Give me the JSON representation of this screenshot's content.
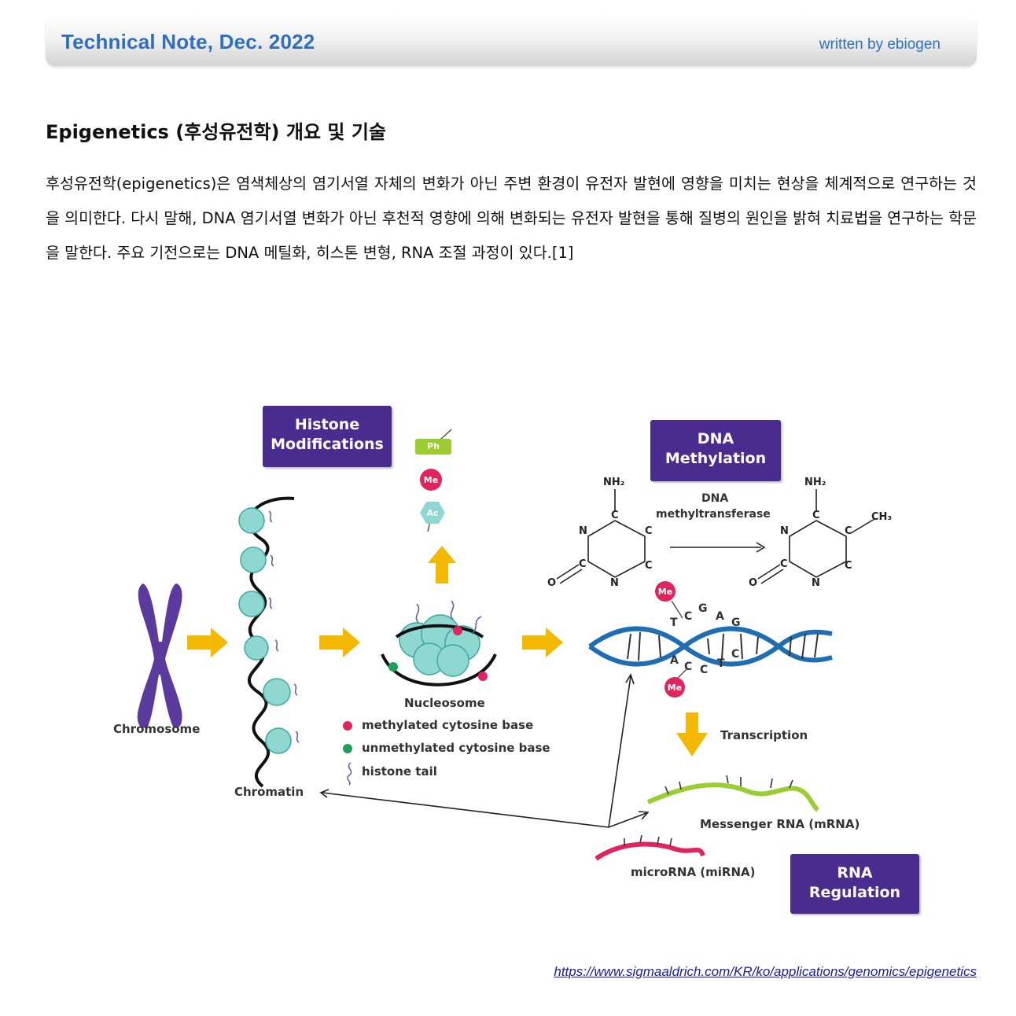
{
  "header": {
    "title": "Technical Note, Dec. 2022",
    "author": "written by ebiogen"
  },
  "article": {
    "title": "Epigenetics (후성유전학) 개요 및 기술",
    "intro": "후성유전학(epigenetics)은 염색체상의 염기서열 자체의 변화가 아닌 주변 환경이 유전자 발현에 영향을 미치는 현상을 체계적으로 연구하는 것을 의미한다. 다시 말해, DNA 염기서열 변화가 아닌 후천적 영향에 의해 변화되는 유전자 발현을 통해 질병의 원인을 밝혀 치료법을 연구하는 학문을 말한다. 주요 기전으로는 DNA 메틸화, 히스톤 변형, RNA 조절 과정이 있다.[1]"
  },
  "figure": {
    "badges": {
      "histone_line1": "Histone",
      "histone_line2": "Modifications",
      "dna_line1": "DNA",
      "dna_line2": "Methylation",
      "rna_line1": "RNA",
      "rna_line2": "Regulation"
    },
    "labels": {
      "chromosome": "Chromosome",
      "chromatin": "Chromatin",
      "nucleosome": "Nucleosome",
      "transcription": "Transcription",
      "mrna": "Messenger RNA (mRNA)",
      "mirna": "microRNA (miRNA)",
      "enzyme_line1": "DNA",
      "enzyme_line2": "methyltransferase"
    },
    "legend": {
      "methylated": "methylated cytosine base",
      "unmethylated": "unmethylated cytosine base",
      "histone_tail": "histone tail"
    },
    "modifications": {
      "ph": "Ph",
      "me": "Me",
      "ac": "Ac"
    },
    "chemistry": {
      "nh2": "NH₂",
      "c": "C",
      "n": "N",
      "o": "O",
      "ch3": "CH₃"
    },
    "bases_top": [
      "T",
      "C",
      "G",
      "A",
      "G"
    ],
    "bases_bottom": [
      "A",
      "C",
      "C",
      "T",
      "C"
    ],
    "colors": {
      "badge": "#4a2c8f",
      "arrow": "#f5b800",
      "chromosome": "#5b3a9e",
      "nucleosome": "#8fd8d2",
      "methylated": "#e0245e",
      "unmethylated": "#1e9e5a",
      "dna": "#1f6db3",
      "mrna": "#9acd32",
      "mirna": "#e0245e"
    }
  },
  "source": {
    "url": "https://www.sigmaaldrich.com/KR/ko/applications/genomics/epigenetics"
  }
}
